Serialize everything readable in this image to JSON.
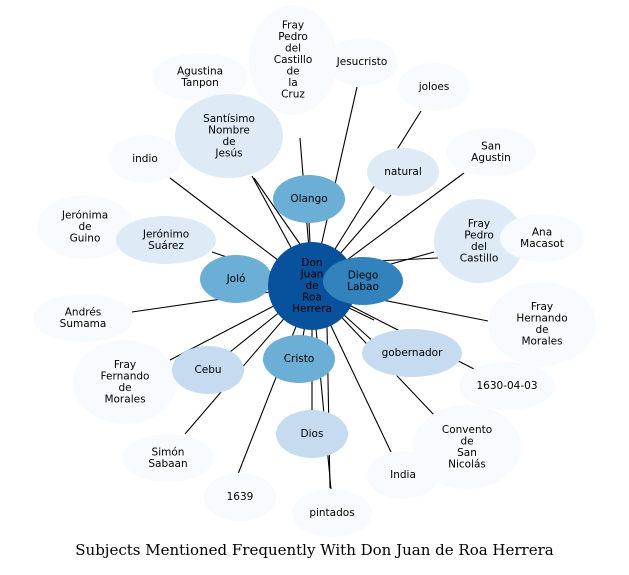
{
  "caption": "Subjects Mentioned Frequently With Don Juan de Roa Herrera",
  "palette": {
    "center": "#08519c",
    "strong": "#3182bd",
    "medium": "#6baed6",
    "light": "#c6dbef",
    "pale": "#deebf7",
    "faint": "#f7fbff",
    "edge": "#000000",
    "text": "#000000",
    "center_text": "#ffffff"
  },
  "center_node": {
    "id": "center",
    "label": [
      "Don",
      "Juan",
      "de",
      "Roa",
      "Herrera"
    ]
  },
  "nodes": [
    {
      "id": "fray-pedro-castillo-cruz",
      "label": [
        "Fray",
        "Pedro",
        "del",
        "Castillo",
        "de",
        "la",
        "Cruz"
      ],
      "tone": "faint"
    },
    {
      "id": "jesucristo",
      "label": [
        "Jesucristo"
      ],
      "tone": "faint"
    },
    {
      "id": "agustina-tanpon",
      "label": [
        "Agustina",
        "Tanpon"
      ],
      "tone": "faint"
    },
    {
      "id": "joloes",
      "label": [
        "joloes"
      ],
      "tone": "faint"
    },
    {
      "id": "santisimo-nombre",
      "label": [
        "Santísimo",
        "Nombre",
        "de",
        "Jesús"
      ],
      "tone": "pale"
    },
    {
      "id": "san-agustin",
      "label": [
        "San",
        "Agustin"
      ],
      "tone": "faint"
    },
    {
      "id": "indio",
      "label": [
        "indio"
      ],
      "tone": "faint"
    },
    {
      "id": "natural",
      "label": [
        "natural"
      ],
      "tone": "pale"
    },
    {
      "id": "olango",
      "label": [
        "Olango"
      ],
      "tone": "medium"
    },
    {
      "id": "jeronima-guino",
      "label": [
        "Jerónima",
        "de",
        "Guino"
      ],
      "tone": "faint"
    },
    {
      "id": "fray-pedro-castillo",
      "label": [
        "Fray",
        "Pedro",
        "del",
        "Castillo"
      ],
      "tone": "pale"
    },
    {
      "id": "ana-macasot",
      "label": [
        "Ana",
        "Macasot"
      ],
      "tone": "faint"
    },
    {
      "id": "jeronimo-suarez",
      "label": [
        "Jerónimo",
        "Suárez"
      ],
      "tone": "pale"
    },
    {
      "id": "diego-labao",
      "label": [
        "Diego",
        "Labao"
      ],
      "tone": "strong"
    },
    {
      "id": "jolo",
      "label": [
        "Joló"
      ],
      "tone": "medium"
    },
    {
      "id": "andres-sumama",
      "label": [
        "Andrés",
        "Sumama"
      ],
      "tone": "faint"
    },
    {
      "id": "fray-hernando-morales",
      "label": [
        "Fray",
        "Hernando",
        "de",
        "Morales"
      ],
      "tone": "faint"
    },
    {
      "id": "gobernador",
      "label": [
        "gobernador"
      ],
      "tone": "light"
    },
    {
      "id": "cristo",
      "label": [
        "Cristo"
      ],
      "tone": "medium"
    },
    {
      "id": "fray-fernando-morales",
      "label": [
        "Fray",
        "Fernando",
        "de",
        "Morales"
      ],
      "tone": "faint"
    },
    {
      "id": "cebu",
      "label": [
        "Cebu"
      ],
      "tone": "light"
    },
    {
      "id": "date-1630",
      "label": [
        "1630-04-03"
      ],
      "tone": "faint"
    },
    {
      "id": "convento-san-nicolas",
      "label": [
        "Convento",
        "de",
        "San",
        "Nicolás"
      ],
      "tone": "faint"
    },
    {
      "id": "dios",
      "label": [
        "Dios"
      ],
      "tone": "light"
    },
    {
      "id": "simon-sabaan",
      "label": [
        "Simón",
        "Sabaan"
      ],
      "tone": "faint"
    },
    {
      "id": "india",
      "label": [
        "India"
      ],
      "tone": "faint"
    },
    {
      "id": "year-1639",
      "label": [
        "1639"
      ],
      "tone": "faint"
    },
    {
      "id": "pintados",
      "label": [
        "pintados"
      ],
      "tone": "faint"
    }
  ]
}
